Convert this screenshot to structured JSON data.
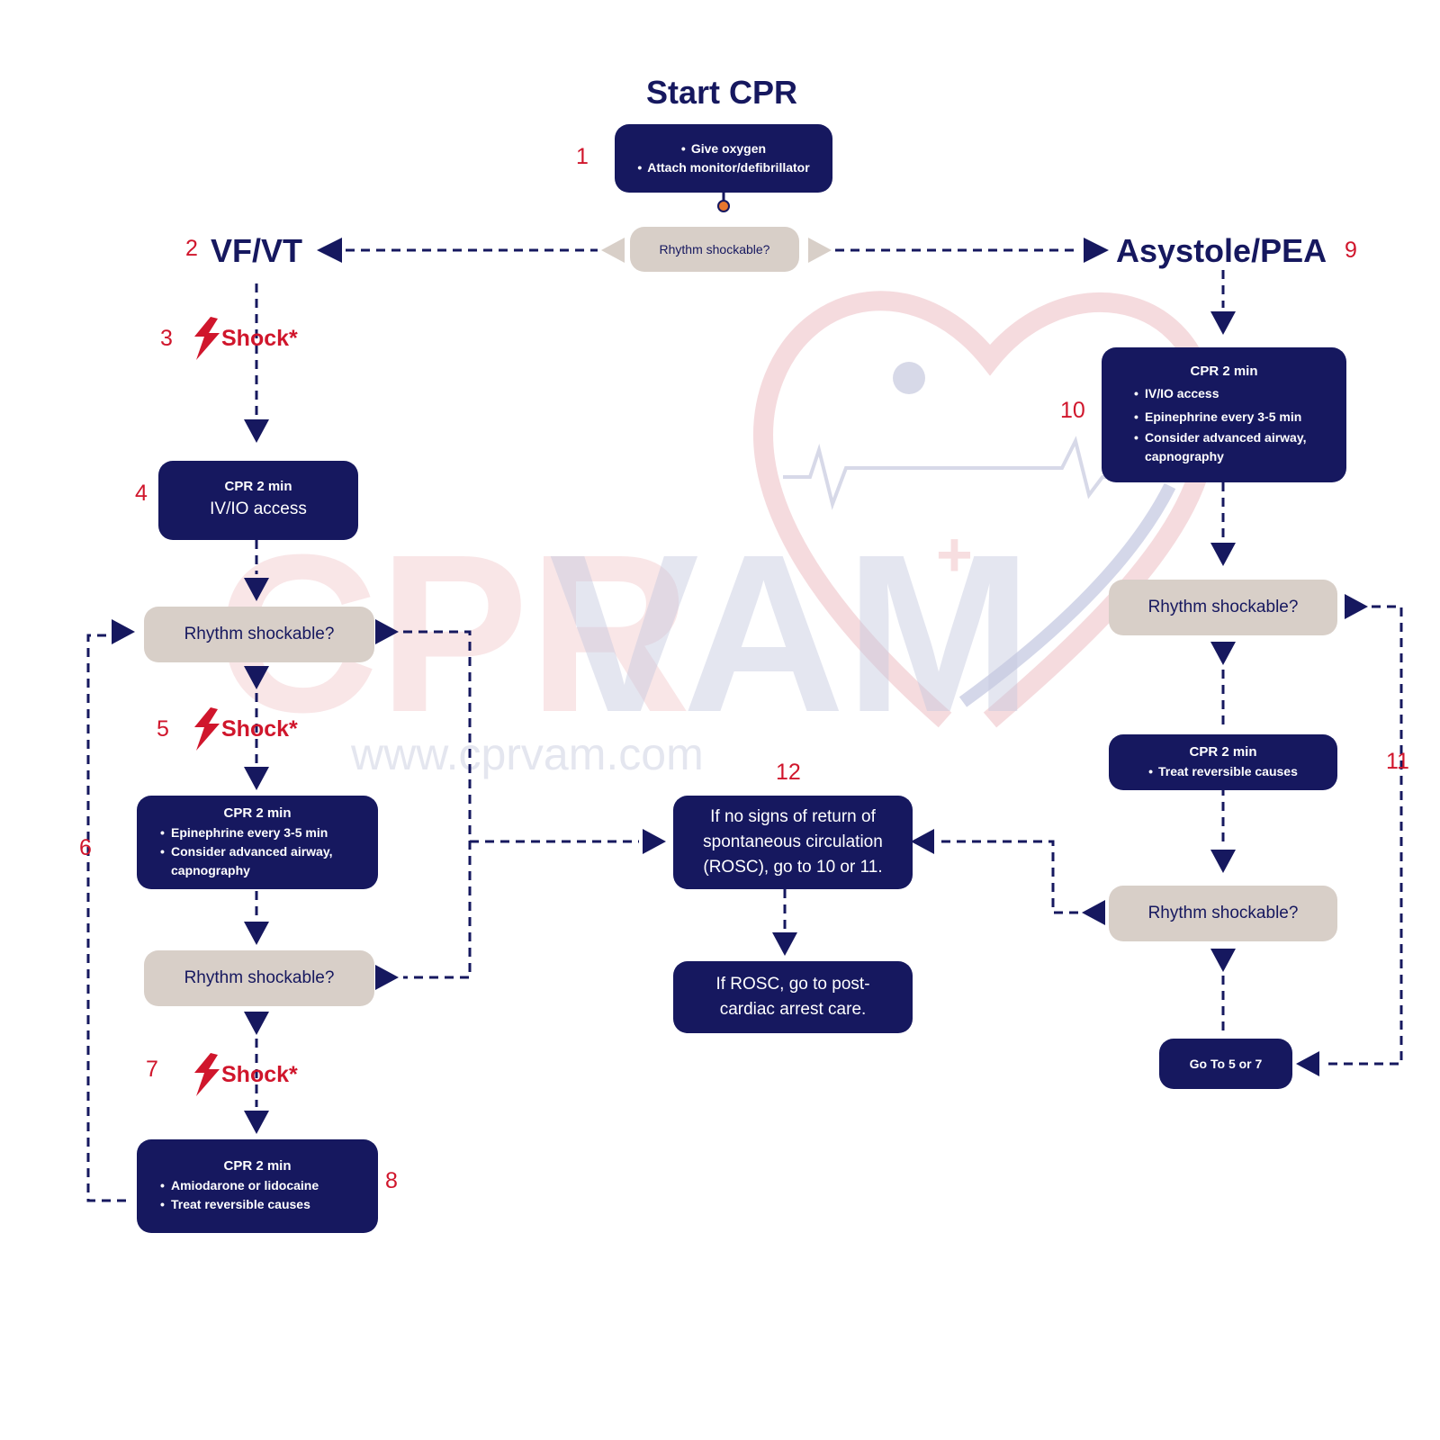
{
  "title": "Start CPR",
  "step1": {
    "items": [
      "Give oxygen",
      "Attach monitor/defibrillator"
    ]
  },
  "decision_top": "Rhythm shockable?",
  "left_branch": "VF/VT",
  "right_branch": "Asystole/PEA",
  "shock_label": "Shock*",
  "step4": {
    "head": "CPR 2 min",
    "body": "IV/IO access"
  },
  "rhythm_q": "Rhythm shockable?",
  "step5_box": {
    "head": "CPR 2 min",
    "items": [
      "Epinephrine every 3-5 min",
      "Consider advanced airway, capnography"
    ]
  },
  "step8_box": {
    "head": "CPR 2 min",
    "items": [
      "Amiodarone or lidocaine",
      "Treat reversible causes"
    ]
  },
  "step10_box": {
    "head": "CPR 2 min",
    "items": [
      "IV/IO access",
      "Epinephrine every 3-5 min",
      "Consider advanced airway, capnography"
    ]
  },
  "step11_box": {
    "head": "CPR 2 min",
    "items": [
      "Treat reversible causes"
    ]
  },
  "goto": "Go To 5 or 7",
  "step12": "If no signs of return of spontaneous circulation (ROSC), go to 10 or 11.",
  "rosc": "If ROSC, go to post-cardiac arrest care.",
  "numbers": [
    "1",
    "2",
    "3",
    "4",
    "5",
    "6",
    "7",
    "8",
    "9",
    "10",
    "11",
    "12"
  ],
  "watermark": {
    "brand": "CPRVAM",
    "url": "www.cprvam.com"
  },
  "colors": {
    "navy": "#16185f",
    "red": "#d0162c",
    "beige": "#d8cfc8"
  }
}
